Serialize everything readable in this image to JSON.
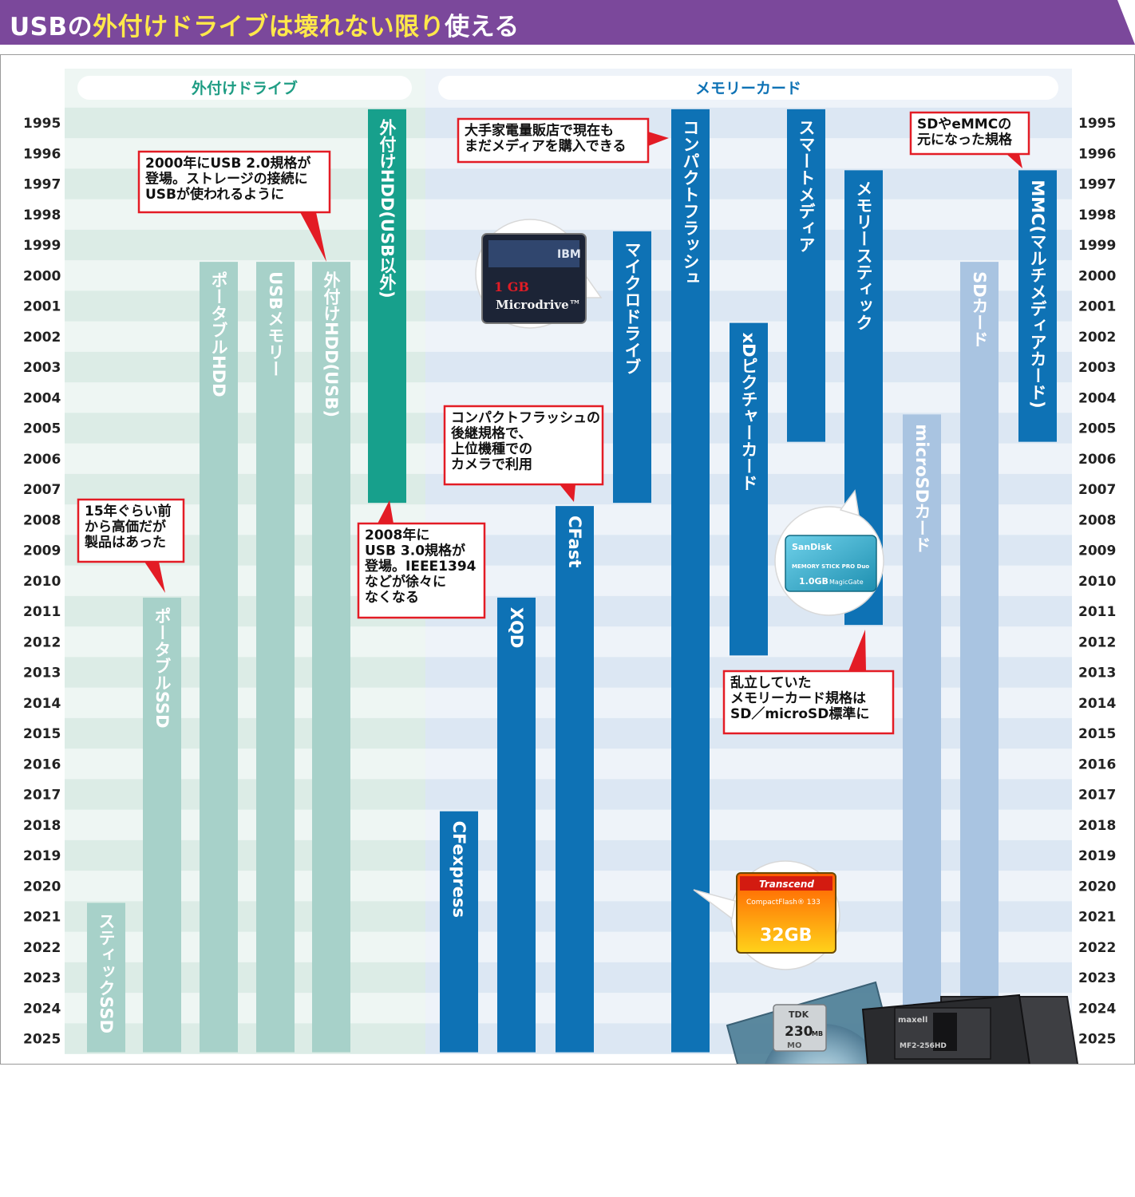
{
  "title": {
    "prefix": "USBの",
    "highlight": "外付けドライブは壊れない限り",
    "suffix": "使える"
  },
  "colors": {
    "title_bg": "#7b489b",
    "title_highlight": "#ffe84a",
    "external_bar": "#a7d1c9",
    "external_bar_dark": "#17a08c",
    "memory_bar": "#0e72b5",
    "memory_bar_light": "#a9c4e1",
    "callout_border": "#e31c25",
    "external_header_text": "#1f9d84",
    "memory_header_text": "#0e72b5"
  },
  "chart_data": {
    "type": "gantt",
    "y_axis_years": [
      1995,
      1996,
      1997,
      1998,
      1999,
      2000,
      2001,
      2002,
      2003,
      2004,
      2005,
      2006,
      2007,
      2008,
      2009,
      2010,
      2011,
      2012,
      2013,
      2014,
      2015,
      2016,
      2017,
      2018,
      2019,
      2020,
      2021,
      2022,
      2023,
      2024,
      2025
    ],
    "groups": [
      {
        "label": "外付けドライブ",
        "first_col": 0,
        "last_col": 5
      },
      {
        "label": "メモリーカード",
        "first_col": 6,
        "last_col": 16
      }
    ],
    "bars": [
      {
        "label": "スティックSSD",
        "start": 2021,
        "end": 2025,
        "color": "#a7d1c9"
      },
      {
        "label": "ポータブルSSD",
        "start": 2011,
        "end": 2025,
        "color": "#a7d1c9"
      },
      {
        "label": "ポータブルHDD",
        "start": 2000,
        "end": 2025,
        "color": "#a7d1c9"
      },
      {
        "label": "USBメモリー",
        "start": 2000,
        "end": 2025,
        "color": "#a7d1c9"
      },
      {
        "label": "外付けHDD(USB)",
        "start": 2000,
        "end": 2025,
        "color": "#a7d1c9"
      },
      {
        "label": "外付けHDD(USB以外)",
        "start": 1995,
        "end": 2007,
        "color": "#17a08c"
      },
      {
        "label": "CFexpress",
        "start": 2018,
        "end": 2025,
        "color": "#0e72b5"
      },
      {
        "label": "XQD",
        "start": 2011,
        "end": 2025,
        "color": "#0e72b5"
      },
      {
        "label": "CFast",
        "start": 2008,
        "end": 2025,
        "color": "#0e72b5"
      },
      {
        "label": "マイクロドライブ",
        "start": 1999,
        "end": 2007,
        "color": "#0e72b5"
      },
      {
        "label": "コンパクトフラッシュ",
        "start": 1995,
        "end": 2025,
        "color": "#0e72b5"
      },
      {
        "label": "xDピクチャーカード",
        "start": 2002,
        "end": 2012,
        "color": "#0e72b5"
      },
      {
        "label": "スマートメディア",
        "start": 1995,
        "end": 2005,
        "color": "#0e72b5"
      },
      {
        "label": "メモリースティック",
        "start": 1997,
        "end": 2011,
        "color": "#0e72b5"
      },
      {
        "label": "microSDカード",
        "start": 2005,
        "end": 2025,
        "color": "#a9c4e1"
      },
      {
        "label": "SDカード",
        "start": 2000,
        "end": 2025,
        "color": "#a9c4e1"
      },
      {
        "label": "MMC(マルチメディアカード)",
        "start": 1997,
        "end": 2005,
        "color": "#0e72b5"
      }
    ],
    "annotations": [
      {
        "lines": [
          "2000年にUSB 2.0規格が",
          "登場。ストレージの接続に",
          "USBが使われるように"
        ]
      },
      {
        "lines": [
          "15年ぐらい前",
          "から高価だが",
          "製品はあった"
        ]
      },
      {
        "lines": [
          "2008年に",
          "USB 3.0規格が",
          "登場。IEEE1394",
          "などが徐々に",
          "なくなる"
        ]
      },
      {
        "lines": [
          "大手家電量販店で現在も",
          "まだメディアを購入できる"
        ]
      },
      {
        "lines": [
          "コンパクトフラッシュの",
          "後継規格で、",
          "上位機種での",
          "カメラで利用"
        ]
      },
      {
        "lines": [
          "SDやeMMCの",
          "元になった規格"
        ]
      },
      {
        "lines": [
          "乱立していた",
          "メモリーカード規格は",
          "SD／microSD標準に"
        ]
      }
    ]
  },
  "photos": {
    "microdrive": {
      "top_label": "IBM",
      "size_label": "1 GB",
      "name_label": "Microdrive™"
    },
    "memorystick": {
      "brand_label": "SanDisk",
      "line1": "MEMORY STICK PRO Duo",
      "capacity_label": "1.0GB",
      "suffix_label": "MagicGate"
    },
    "compactflash": {
      "brand_label": "Transcend",
      "line1": "CompactFlash® 133",
      "capacity_label": "32GB"
    },
    "mo_disk": {
      "brand_label": "TDK",
      "capacity_label": "230",
      "unit_label": "MB",
      "sub_label": "MO"
    },
    "floppy": {
      "brand_label": "maxell",
      "model_label": "MF2-256HD"
    }
  }
}
